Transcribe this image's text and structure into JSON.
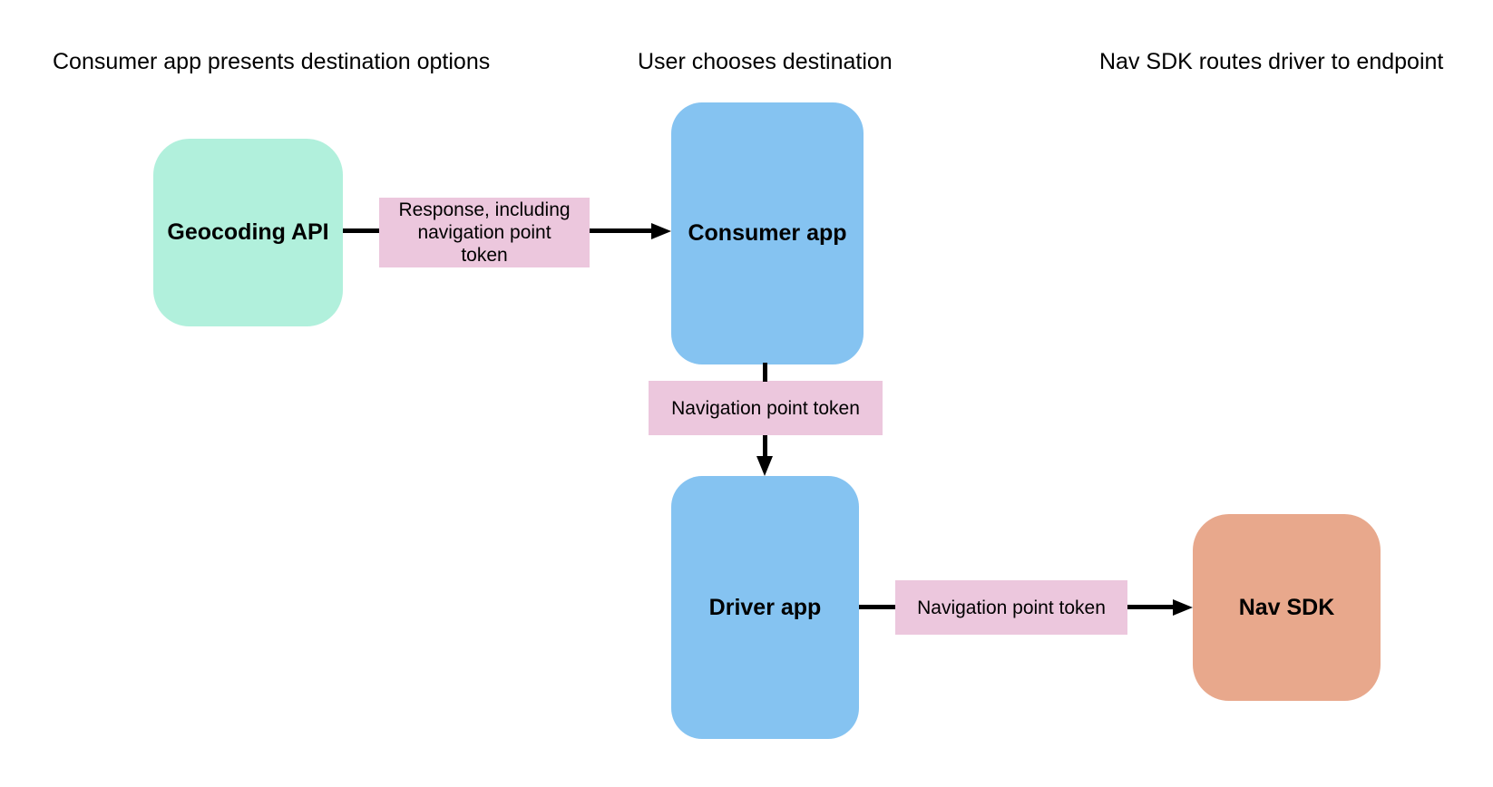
{
  "diagram": {
    "background": "#ffffff",
    "connector_color": "#000000",
    "headings": [
      {
        "text": "Consumer app presents destination options"
      },
      {
        "text": "User chooses destination"
      },
      {
        "text": "Nav SDK routes driver to endpoint"
      }
    ],
    "nodes": [
      {
        "id": "geocoding-api",
        "label": "Geocoding API",
        "color": "#b1f0dc"
      },
      {
        "id": "consumer-app",
        "label": "Consumer app",
        "color": "#85c3f1"
      },
      {
        "id": "driver-app",
        "label": "Driver app",
        "color": "#85c3f1"
      },
      {
        "id": "nav-sdk",
        "label": "Nav SDK",
        "color": "#e8a88c"
      }
    ],
    "edge_labels": [
      {
        "text": "Response, including navigation point token",
        "color": "#ecc7dd"
      },
      {
        "text": "Navigation point token",
        "color": "#ecc7dd"
      },
      {
        "text": "Navigation point token",
        "color": "#ecc7dd"
      }
    ]
  }
}
